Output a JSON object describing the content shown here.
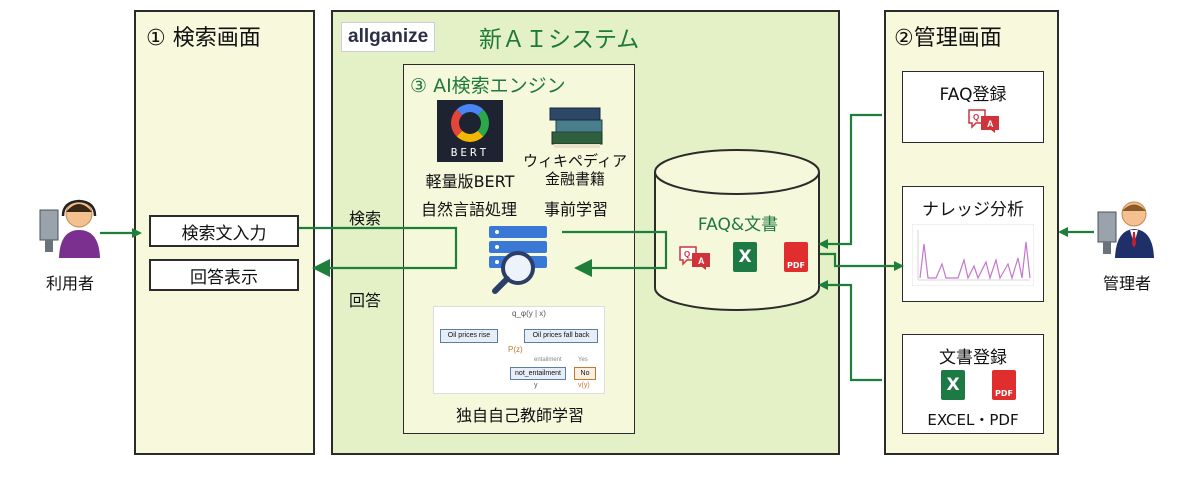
{
  "search_screen": {
    "title": "① 検索画面",
    "input_label": "検索文入力",
    "output_label": "回答表示"
  },
  "user": {
    "label": "利用者"
  },
  "admin": {
    "label": "管理者"
  },
  "ai_system": {
    "logo": "allganize",
    "title": "新ＡＩシステム",
    "engine": {
      "title": "③ AI検索エンジン",
      "bert_icon_text": "BERT",
      "bert_caption": "軽量版BERT",
      "wiki_caption_1": "ウィキペディア",
      "wiki_caption_2": "金融書籍",
      "nlp_label": "自然言語処理",
      "pretrain_label": "事前学習",
      "self_supervised_label": "独自自己教師学習",
      "diagram": {
        "box1": "Oil prices rise",
        "box2": "Oil prices fall back",
        "box3": "not_entailment",
        "box4": "No",
        "top_label": "q_φ(y | x)",
        "mid_label": "P(z)",
        "entailment": "entailment",
        "yes": "Yes",
        "y_label": "y",
        "vy": "v(y)"
      }
    },
    "search_label": "検索",
    "answer_label": "回答",
    "db_label": "FAQ&文書"
  },
  "admin_screen": {
    "title": "②管理画面",
    "faq": {
      "title": "FAQ登録"
    },
    "knowledge": {
      "title": "ナレッジ分析"
    },
    "doc": {
      "title": "文書登録",
      "caption": "EXCEL・PDF"
    }
  },
  "icons": {
    "excel_letter": "X",
    "pdf_text": "PDF",
    "qa_q": "Q",
    "qa_a": "A"
  },
  "colors": {
    "arrow": "#1e7f3b",
    "green_panel": "#e4f1c6",
    "cream_panel": "#f7f8dc",
    "accent_text": "#1f7a3a"
  }
}
